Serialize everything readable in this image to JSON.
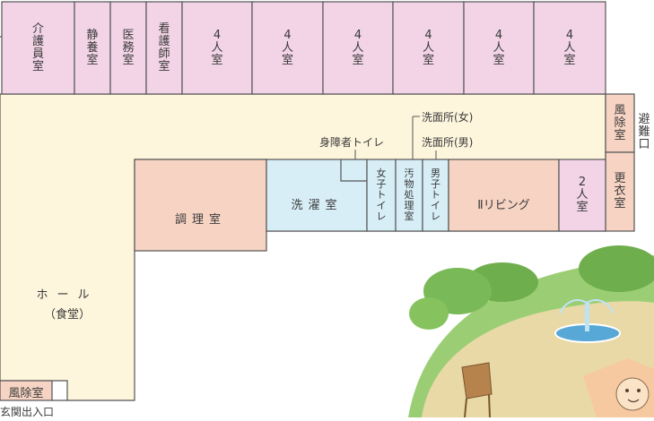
{
  "rooms": {
    "top": [
      {
        "label": "介護員室"
      },
      {
        "label": "静養室"
      },
      {
        "label": "医務室"
      },
      {
        "label": "看護師室"
      },
      {
        "label": "4人室"
      },
      {
        "label": "4人室"
      },
      {
        "label": "4人室"
      },
      {
        "label": "4人室"
      },
      {
        "label": "4人室"
      },
      {
        "label": "4人室"
      }
    ],
    "windbreak_right": "風除室",
    "evacuation_exit": "避難口",
    "changing_room": "更衣室",
    "double_room": "2人室",
    "living": "Ⅱリビング",
    "laundry": "洗濯室",
    "kitchen": "調理室",
    "women_toilet": "女子トイレ",
    "men_toilet": "男子トイレ",
    "soiled_utility": "汚物処理室",
    "hall": "ホール",
    "hall_sub": "（食堂）",
    "windbreak_left": "風除室",
    "entrance": "玄関出入口"
  },
  "callouts": {
    "accessible_toilet": "身障者トイレ",
    "washroom_women": "洗面所(女)",
    "washroom_men": "洗面所(男)"
  },
  "colors": {
    "pink": "#f2d4e6",
    "cream": "#fdf5dc",
    "salmon": "#f6d3c3",
    "lightblue": "#d7eef7",
    "wall": "#555555",
    "grass": "#8cc16b",
    "pond": "#57a8d6"
  }
}
